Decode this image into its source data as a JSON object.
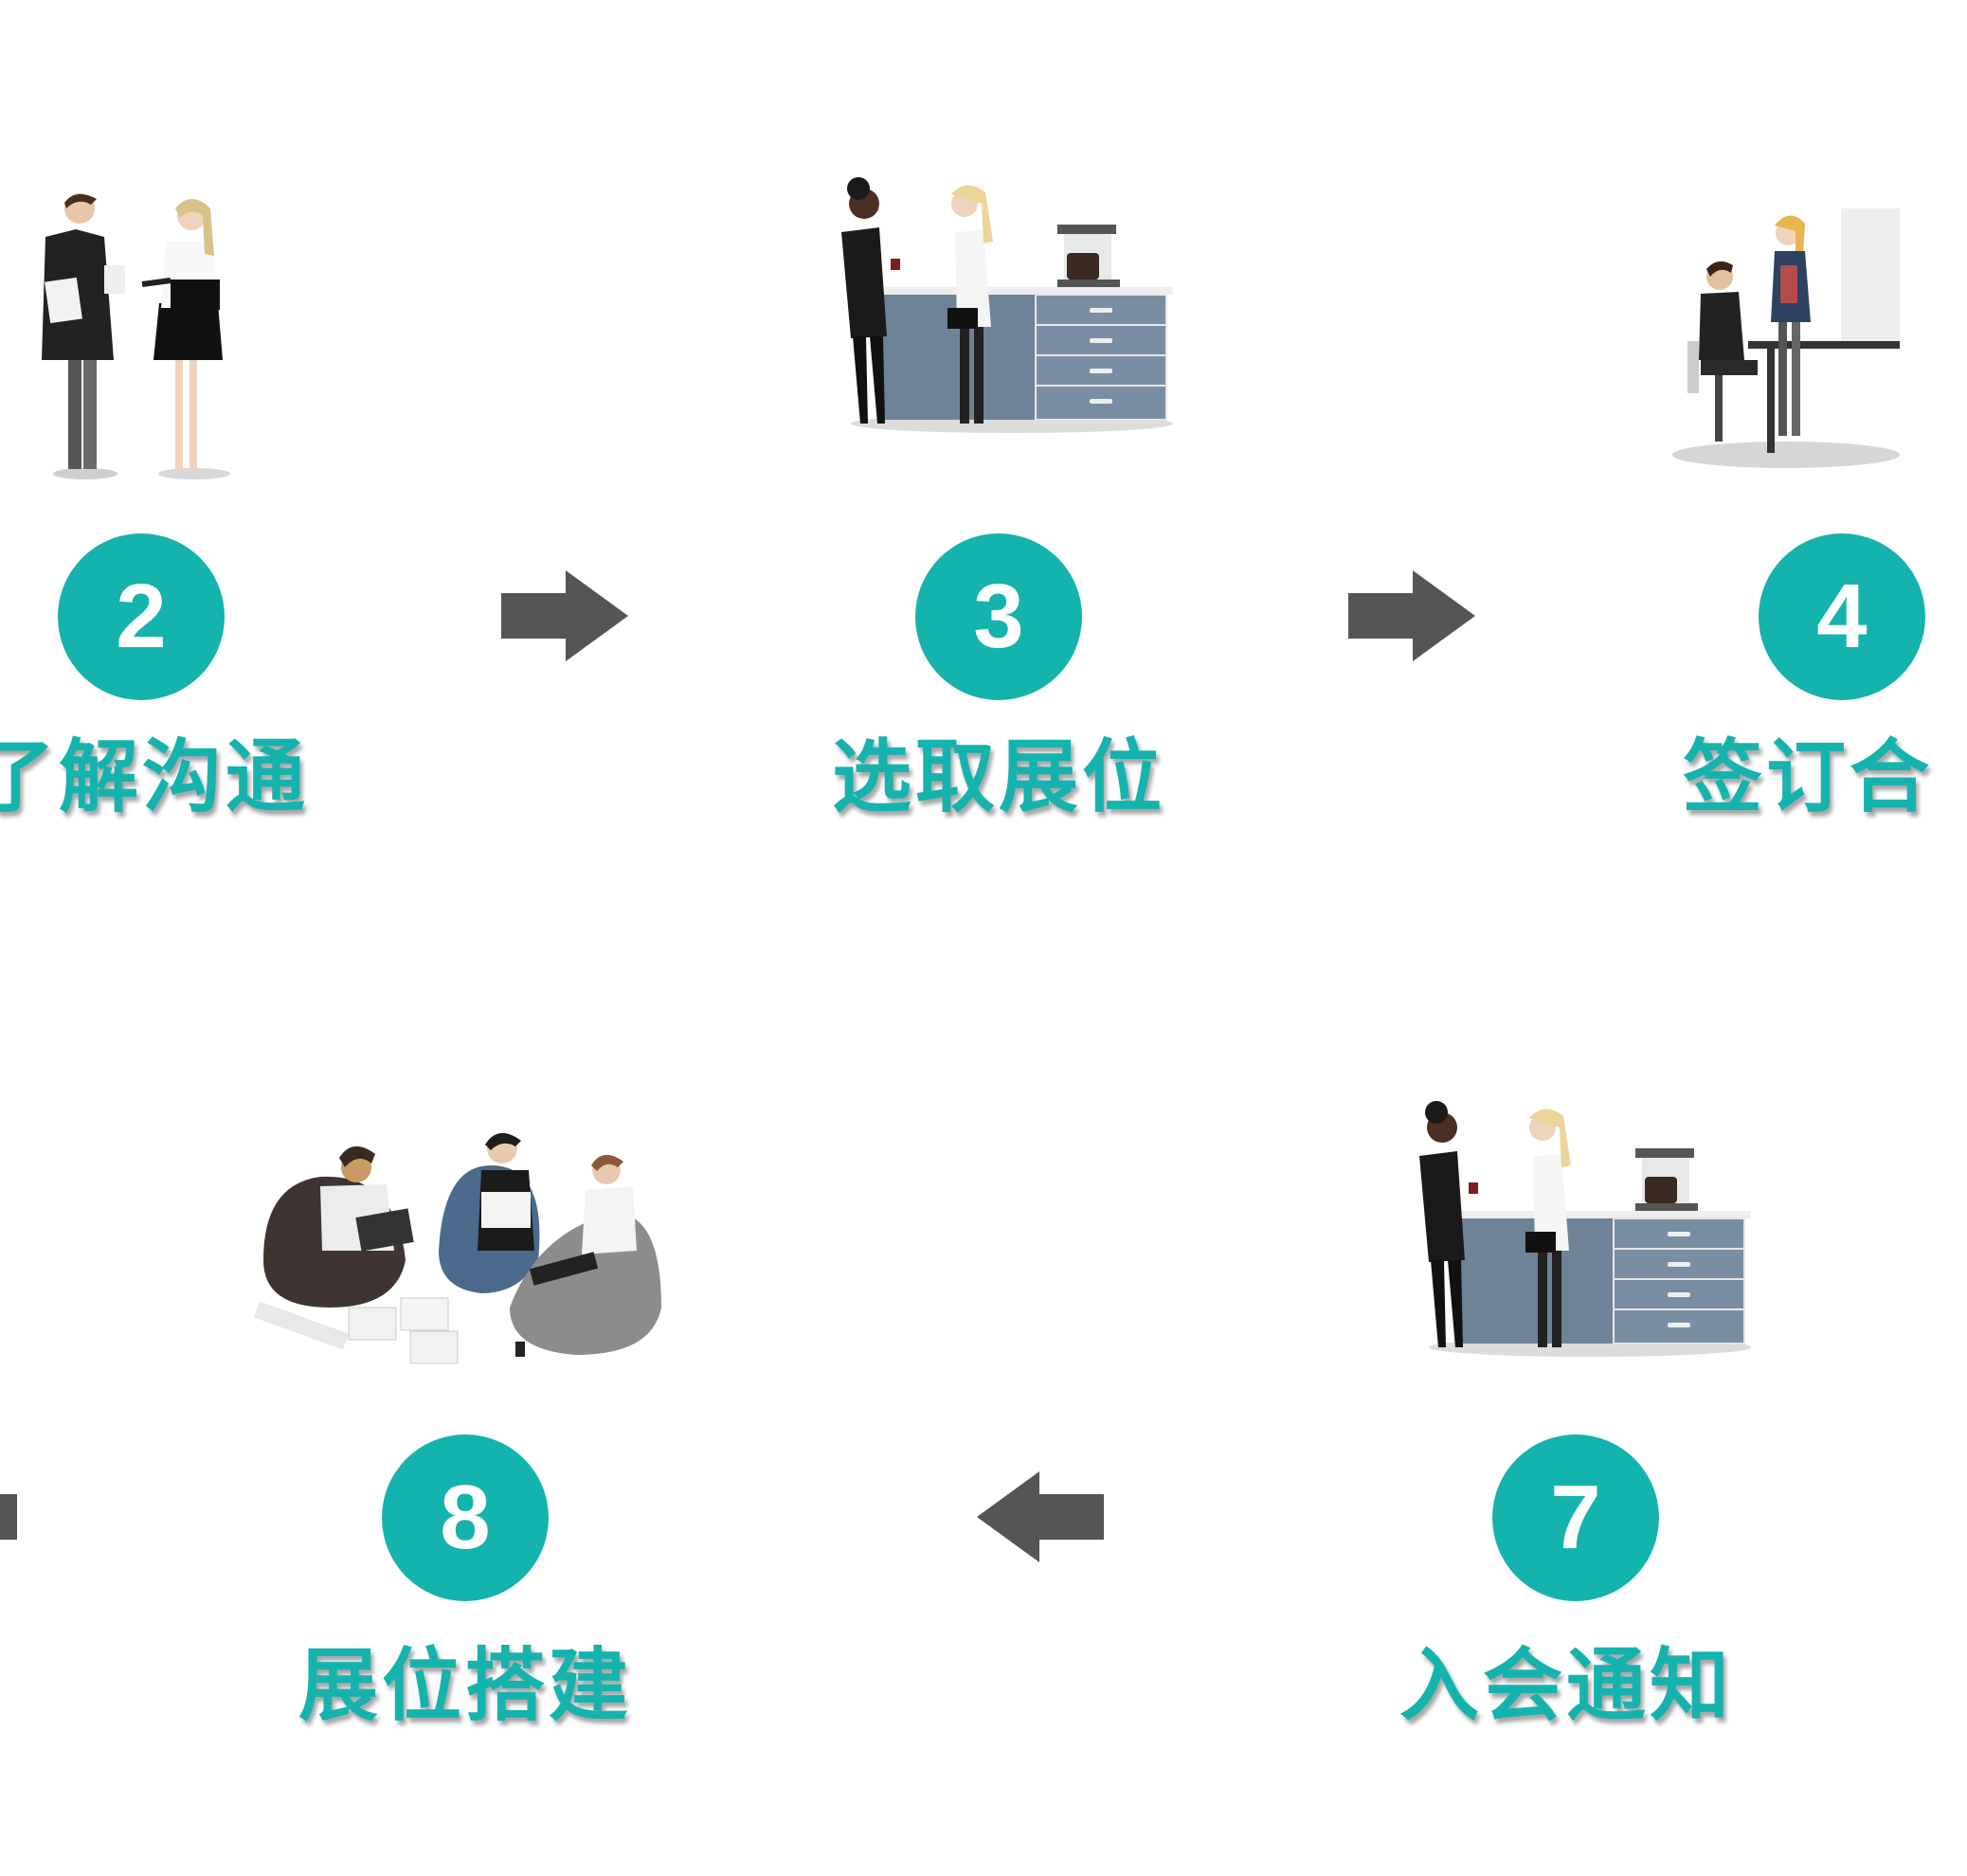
{
  "colors": {
    "accent": "#15b3ad",
    "arrow": "#555555"
  },
  "steps": [
    {
      "number": "2",
      "label": "了解沟通"
    },
    {
      "number": "3",
      "label": "选取展位"
    },
    {
      "number": "4",
      "label": "签订合"
    },
    {
      "number": "8",
      "label": "展位搭建"
    },
    {
      "number": "7",
      "label": "入会通知"
    }
  ],
  "icons": {
    "scene_2": "two-people-talking-illustration",
    "scene_3": "coffee-counter-illustration",
    "scene_4": "office-desk-meeting-illustration",
    "scene_8": "beanbag-team-illustration",
    "scene_7": "coffee-counter-illustration",
    "arrows": "arrow-right-icon / arrow-left-icon"
  }
}
